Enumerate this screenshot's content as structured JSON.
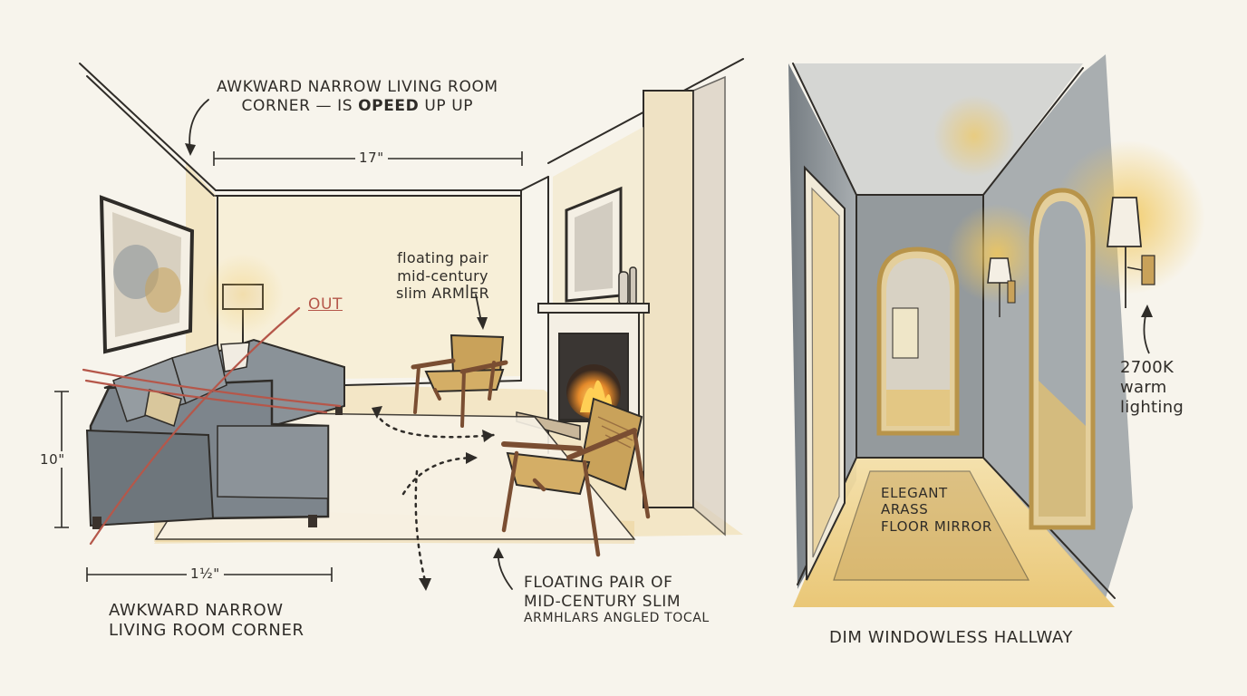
{
  "labels": {
    "top_note_line1": "AWKWARD NARROW LIVING ROOM",
    "top_note_line2_pre": "CORNER — IS ",
    "top_note_line2_bold": "OPEED",
    "top_note_line2_post": " UP UP",
    "width_dim": "17\"",
    "height_dim": "10\"",
    "depth_dim": "1½\"",
    "out_mark": "OUT",
    "chair_note_line1": "floating pair",
    "chair_note_line2": "mid-century",
    "chair_note_line3": "slim ARMꟾER",
    "bottom_left_line1": "AWKWARD NARROW",
    "bottom_left_line2": "LIVING ROOM CORNER",
    "bottom_mid_line1": "FLOATING PAIR OF",
    "bottom_mid_line2": "MID-CENTURY SLIM",
    "bottom_mid_line3": "ARMHLARS ANGLED TOCAL",
    "mirror_note_line1": "ELEGANT",
    "mirror_note_line2": "ARASS",
    "mirror_note_line3": "FLOOR MIRROR",
    "light_note_line1": "2700K",
    "light_note_line2": "warm",
    "light_note_line3": "lighting",
    "hallway_title": "DIM WINDOWLESS HALLWAY"
  },
  "colors": {
    "paper": "#f7f4ec",
    "ink": "#2f2c28",
    "sofa": "#7d858c",
    "wood": "#7a4e32",
    "cushion": "#c9a25a",
    "warm_glow": "#f1c75a",
    "wall_gray": "#6f7880",
    "strike_red": "#b5574a"
  },
  "icons": {
    "sconce": "wall-sconce-icon",
    "fireplace": "fireplace-icon",
    "mirror": "arched-mirror-icon"
  }
}
